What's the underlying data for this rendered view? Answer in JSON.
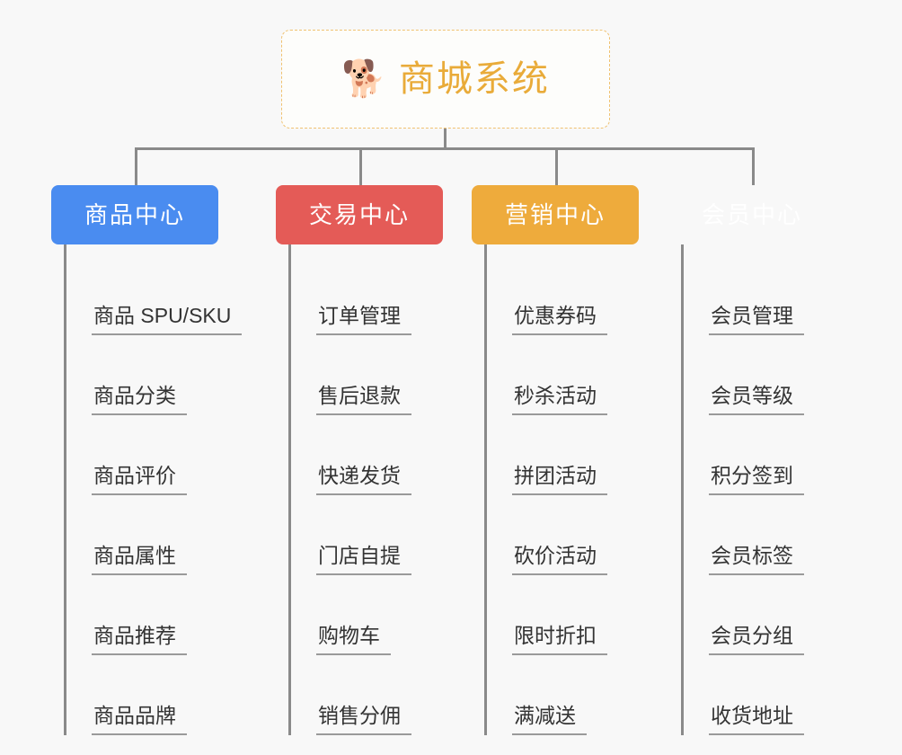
{
  "page": {
    "background_color": "#f8f8f8",
    "type": "org-chart"
  },
  "root": {
    "emoji": "🐕",
    "emoji_name": "shiba-inu-face",
    "title": "商城系统",
    "text_color": "#e9ab39",
    "border_color": "#f0c271"
  },
  "branches": [
    {
      "label": "商品中心",
      "color": "#4a8cf0",
      "items": [
        "商品 SPU/SKU",
        "商品分类",
        "商品评价",
        "商品属性",
        "商品推荐",
        "商品品牌"
      ]
    },
    {
      "label": "交易中心",
      "color": "#e45b57",
      "items": [
        "订单管理",
        "售后退款",
        "快递发货",
        "门店自提",
        "购物车",
        "销售分佣"
      ]
    },
    {
      "label": "营销中心",
      "color": "#eeab3c",
      "items": [
        "优惠券码",
        "秒杀活动",
        "拼团活动",
        "砍价活动",
        "限时折扣",
        "满减送"
      ]
    },
    {
      "label": "会员中心",
      "color": "#7dc council",
      "items": [
        "会员管理",
        "会员等级",
        "积分签到",
        "会员标签",
        "会员分组",
        "收货地址"
      ]
    }
  ],
  "connector_color": "#8a8a8a"
}
